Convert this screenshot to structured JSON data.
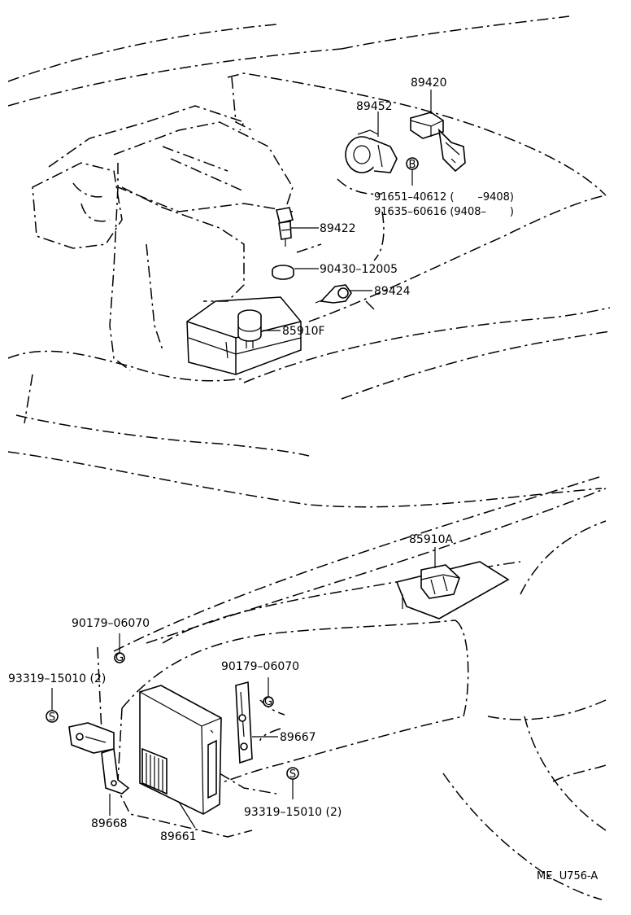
{
  "parts": {
    "p89420": "89420",
    "p89452": "89452",
    "p91651": "91651–40612 (       –9408)",
    "p91635": "91635–60616 (9408–       )",
    "p89422": "89422",
    "p90430": "90430–12005",
    "p89424": "89424",
    "p85910F": "85910F",
    "p85910A": "85910A",
    "p90179a": "90179–06070",
    "p90179b": "90179–06070",
    "p93319a": "93319–15010 (2)",
    "p93319b": "93319–15010 (2)",
    "p89667": "89667",
    "p89668": "89668",
    "p89661": "89661"
  },
  "markers": {
    "b": "B",
    "s": "S",
    "g": "G"
  },
  "footer": {
    "code": "ME  U756-A"
  }
}
